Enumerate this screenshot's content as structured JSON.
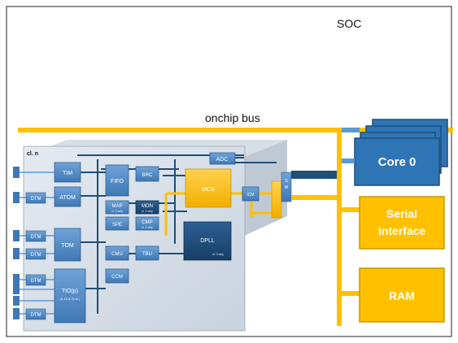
{
  "diagram": {
    "title": "SOC",
    "bus_label": "onchip bus",
    "cluster_label": "cl. n",
    "colors": {
      "bus": "#FFC000",
      "module_blue": "#4A86C8",
      "module_dark": "#1F4E79",
      "core_blue": "#2E75B6",
      "panel_gray": "#D9E1EA",
      "gold": "#FFC000"
    },
    "modules": {
      "tim": "TIM",
      "atom": "ATOM",
      "tom": "TOM",
      "tio": "TIO(p)",
      "tio_sub": "(8, 16 or 24 ch.)",
      "dtm": "DTM",
      "fifo": "FIFO",
      "brc": "BRC",
      "map": "MAP",
      "map_sub": "cl. 0 only",
      "mon": "MON",
      "mon_sub": "cl. 1 only",
      "spe": "SPE",
      "cmp": "CMP",
      "cmp_sub": "cl. 1 only",
      "cmu": "CMU",
      "tbu": "TBU",
      "ccm": "CCM",
      "mcs": "MCS",
      "adc": "ADC",
      "icm": "ICM",
      "dpll": "DPLL",
      "dpll_sub": "cl. 0 only",
      "bridge_a": "S",
      "bridge_b": "M",
      "core0": "Core 0",
      "serial_line1": "Serial",
      "serial_line2": "interface",
      "ram": "RAM"
    }
  }
}
